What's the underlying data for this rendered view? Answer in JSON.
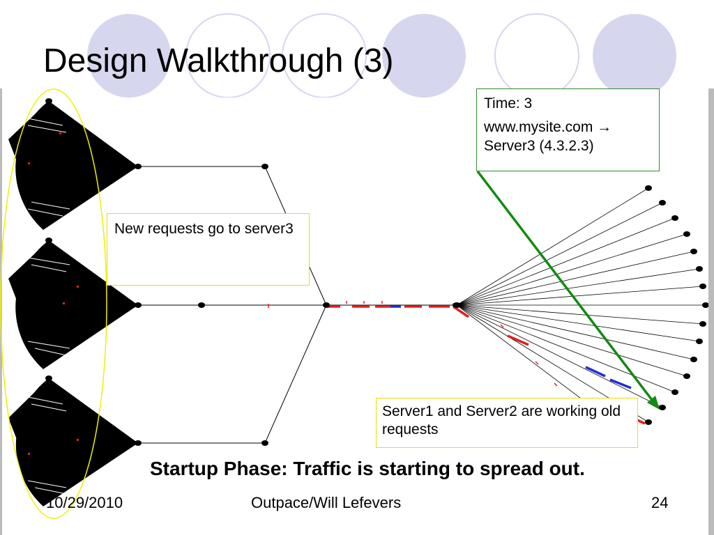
{
  "slide": {
    "title": "Design Walkthrough (3)",
    "caption": "Startup Phase: Traffic is starting to spread out.",
    "footer": {
      "date": "10/29/2010",
      "author": "Outpace/Will Lefevers",
      "page": "24"
    }
  },
  "callouts": {
    "time_label": "Time: 3",
    "mapping": "www.mysite.com → Server3 (4.3.2.3)",
    "new_requests": "New requests go to server3",
    "old_requests": "Server1 and Server2 are working old requests"
  },
  "colors": {
    "decor_circle": "#d6d6ee",
    "client_cluster": "#000000",
    "highlight_ellipse": "#f0f000",
    "annotation_arrow": "#138a13",
    "traffic_red": "#e02020",
    "traffic_blue": "#2030d0"
  }
}
